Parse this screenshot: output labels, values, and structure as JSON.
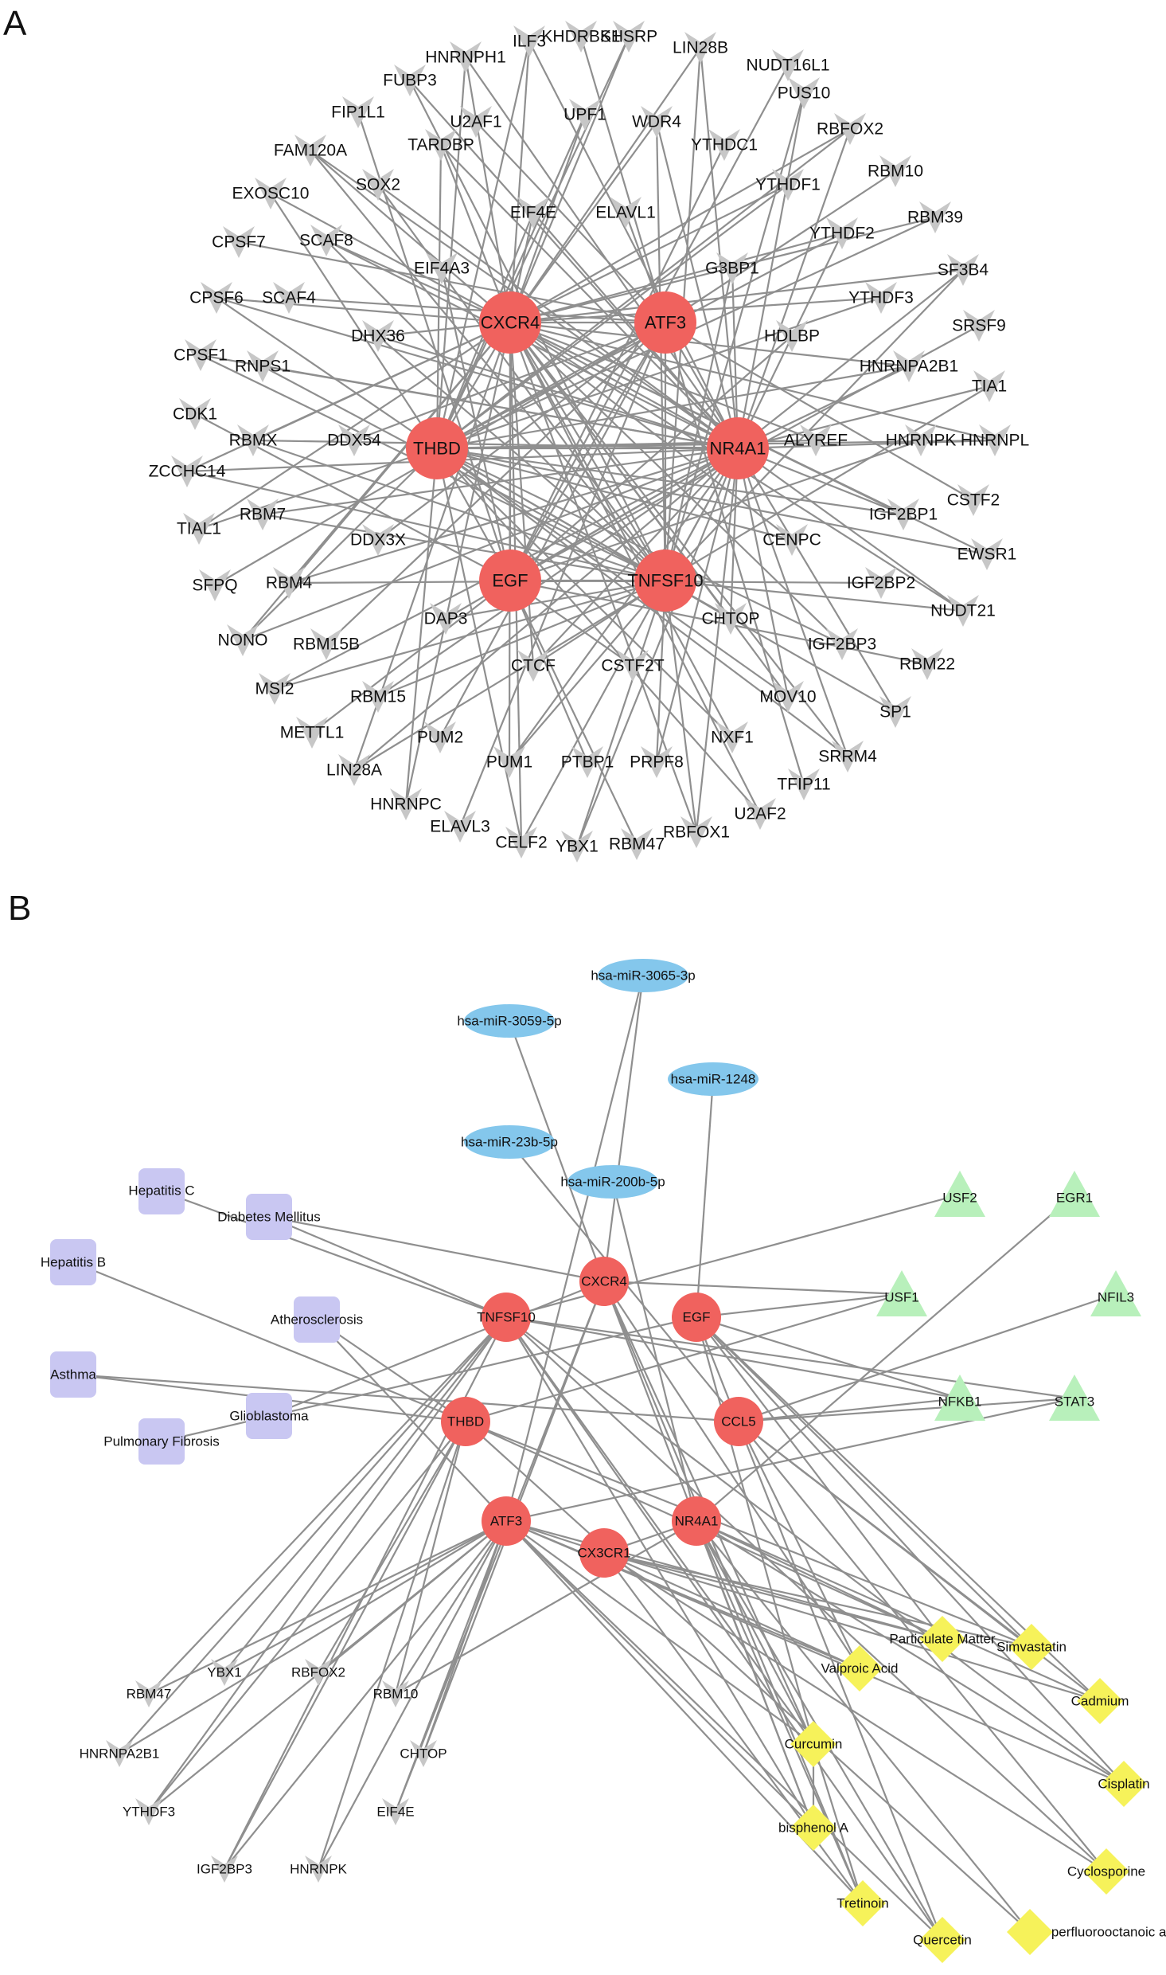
{
  "panel_labels": [
    "A",
    "B"
  ],
  "colors": {
    "hub": "#f0625e",
    "target": "#c7c7c7",
    "mirna": "#84c7ec",
    "disease": "#c9c7f2",
    "tf": "#b8f0bb",
    "chemical": "#f6f25a",
    "edge": "#8f8f8f"
  },
  "panelA": {
    "hubs": [
      "CXCR4",
      "ATF3",
      "THBD",
      "NR4A1",
      "EGF",
      "TNFSF10"
    ],
    "inner_targets": [
      "TARDBP",
      "U2AF1",
      "UPF1",
      "WDR4",
      "YTHDC1",
      "SOX2",
      "EIF4E",
      "ELAVL1",
      "YTHDF1",
      "SCAF8",
      "EIF4A3",
      "G3BP1",
      "YTHDF2",
      "SCAF4",
      "YTHDF3",
      "DHX36",
      "HDLBP",
      "RNPS1",
      "HNRNPA2B1",
      "DDX54",
      "ALYREF",
      "RBMX",
      "HNRNPK",
      "RBM7",
      "IGF2BP1",
      "DDX3X",
      "CENPC",
      "RBM4",
      "IGF2BP2",
      "DAP3",
      "CHTOP",
      "RBM15B",
      "IGF2BP3",
      "CTCF",
      "CSTF2T",
      "RBM15",
      "MOV10",
      "PUM2",
      "NXF1",
      "PUM1",
      "PTBP1",
      "PRPF8"
    ],
    "outer_targets": [
      "ILF3",
      "KHDRBS1",
      "KHSRP",
      "LIN28B",
      "NUDT16L1",
      "PUS10",
      "RBFOX2",
      "RBM10",
      "RBM39",
      "SF3B4",
      "SRSF9",
      "TIA1",
      "HNRNPL",
      "CSTF2",
      "EWSR1",
      "NUDT21",
      "RBM22",
      "SP1",
      "SRRM4",
      "TFIP11",
      "U2AF2",
      "RBFOX1",
      "RBM47",
      "YBX1",
      "CELF2",
      "ELAVL3",
      "HNRNPC",
      "LIN28A",
      "METTL1",
      "MSI2",
      "NONO",
      "SFPQ",
      "TIAL1",
      "ZCCHC14",
      "CDK1",
      "CPSF1",
      "CPSF6",
      "CPSF7",
      "EXOSC10",
      "FAM120A",
      "FIP1L1",
      "FUBP3",
      "HNRNPH1"
    ]
  },
  "panelB": {
    "hubs": [
      "CXCR4",
      "TNFSF10",
      "EGF",
      "THBD",
      "CCL5",
      "ATF3",
      "NR4A1",
      "CX3CR1"
    ],
    "mirnas": [
      "hsa-miR-3065-3p",
      "hsa-miR-3059-5p",
      "hsa-miR-1248",
      "hsa-miR-23b-5p",
      "hsa-miR-200b-5p"
    ],
    "diseases": [
      "Hepatitis C",
      "Diabetes Mellitus",
      "Hepatitis B",
      "Atherosclerosis",
      "Asthma",
      "Glioblastoma",
      "Pulmonary Fibrosis"
    ],
    "tfs": [
      "USF2",
      "EGR1",
      "USF1",
      "NFIL3",
      "NFKB1",
      "STAT3"
    ],
    "rbps": [
      "YBX1",
      "RBFOX2",
      "RBM47",
      "RBM10",
      "HNRNPA2B1",
      "CHTOP",
      "YTHDF3",
      "EIF4E",
      "IGF2BP3",
      "HNRNPK"
    ],
    "chemicals": [
      "Particulate Matter",
      "Simvastatin",
      "Valproic Acid",
      "Cadmium",
      "Curcumin",
      "Cisplatin",
      "bisphenol A",
      "Cyclosporine",
      "Tretinoin",
      "perfluorooctanoic acid",
      "Quercetin"
    ]
  }
}
